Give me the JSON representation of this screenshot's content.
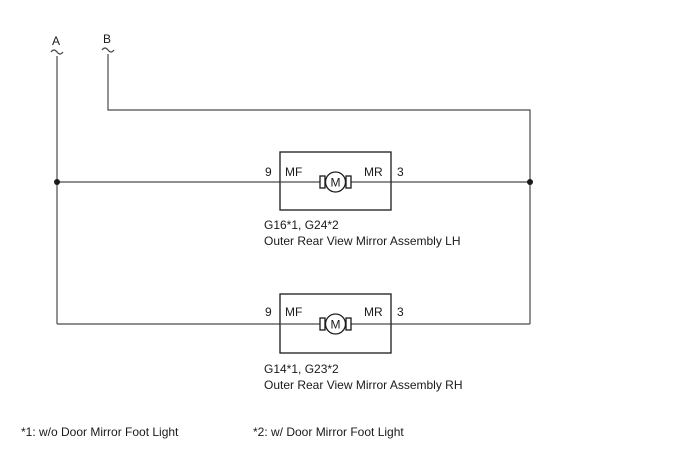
{
  "wire_labels": {
    "a": "A",
    "b": "B"
  },
  "motor_symbol": "M",
  "assemblies": [
    {
      "left_pin": "9",
      "left_terminal": "MF",
      "right_terminal": "MR",
      "right_pin": "3",
      "connectors": "G16*1, G24*2",
      "name": "Outer Rear View Mirror Assembly LH"
    },
    {
      "left_pin": "9",
      "left_terminal": "MF",
      "right_terminal": "MR",
      "right_pin": "3",
      "connectors": "G14*1, G23*2",
      "name": "Outer Rear View Mirror Assembly RH"
    }
  ],
  "footnotes": [
    "*1: w/o Door Mirror Foot Light",
    "*2: w/ Door Mirror Foot Light"
  ]
}
